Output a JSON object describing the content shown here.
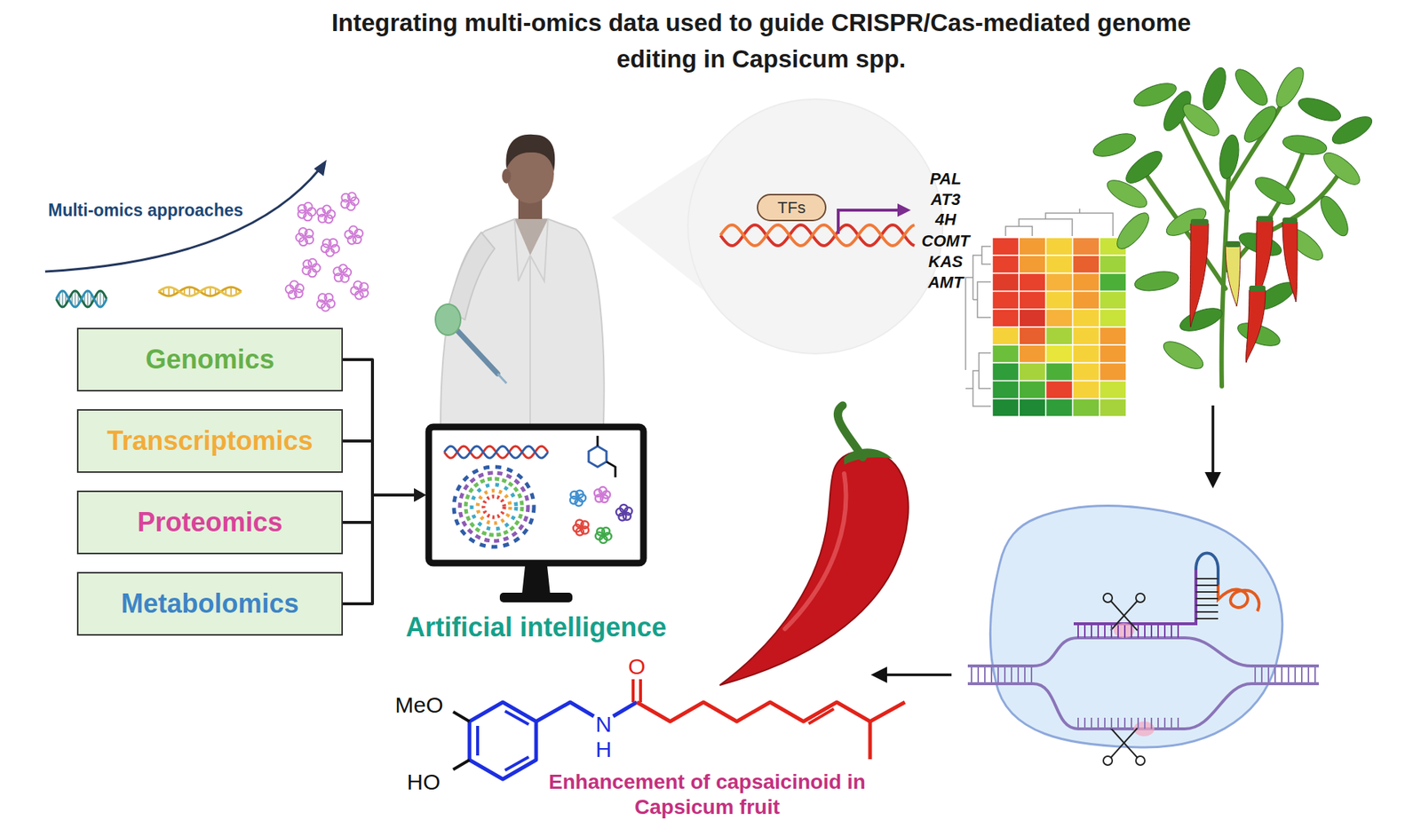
{
  "diagram": {
    "title": "Integrating multi-omics data used to guide CRISPR/Cas-mediated genome editing in Capsicum spp.",
    "nodes": [
      {
        "text": [
          "Genomics"
        ]
      },
      {
        "text": [
          "Transcriptomics"
        ]
      },
      {
        "text": [
          "Proteomics"
        ]
      },
      {
        "text": [
          "Metabolomics"
        ]
      },
      {
        "text": [
          "Artificial intelligence"
        ]
      },
      {
        "text": [
          "TFs"
        ]
      }
    ],
    "edges": [
      {
        "from": 0,
        "to": 4,
        "arrow": "to"
      },
      {
        "from": 1,
        "to": 4,
        "arrow": "to"
      },
      {
        "from": 2,
        "to": 4,
        "arrow": "to"
      },
      {
        "from": 3,
        "to": 4,
        "arrow": "to"
      }
    ],
    "labels": [
      "Multi-omics approaches",
      "PAL",
      "AT3",
      "4H",
      "COMT",
      "KAS",
      "AMT",
      "O",
      "MeO",
      "N",
      "H",
      "HO",
      "Enhancement of capsaicinoid in Capsicum fruit"
    ]
  }
}
